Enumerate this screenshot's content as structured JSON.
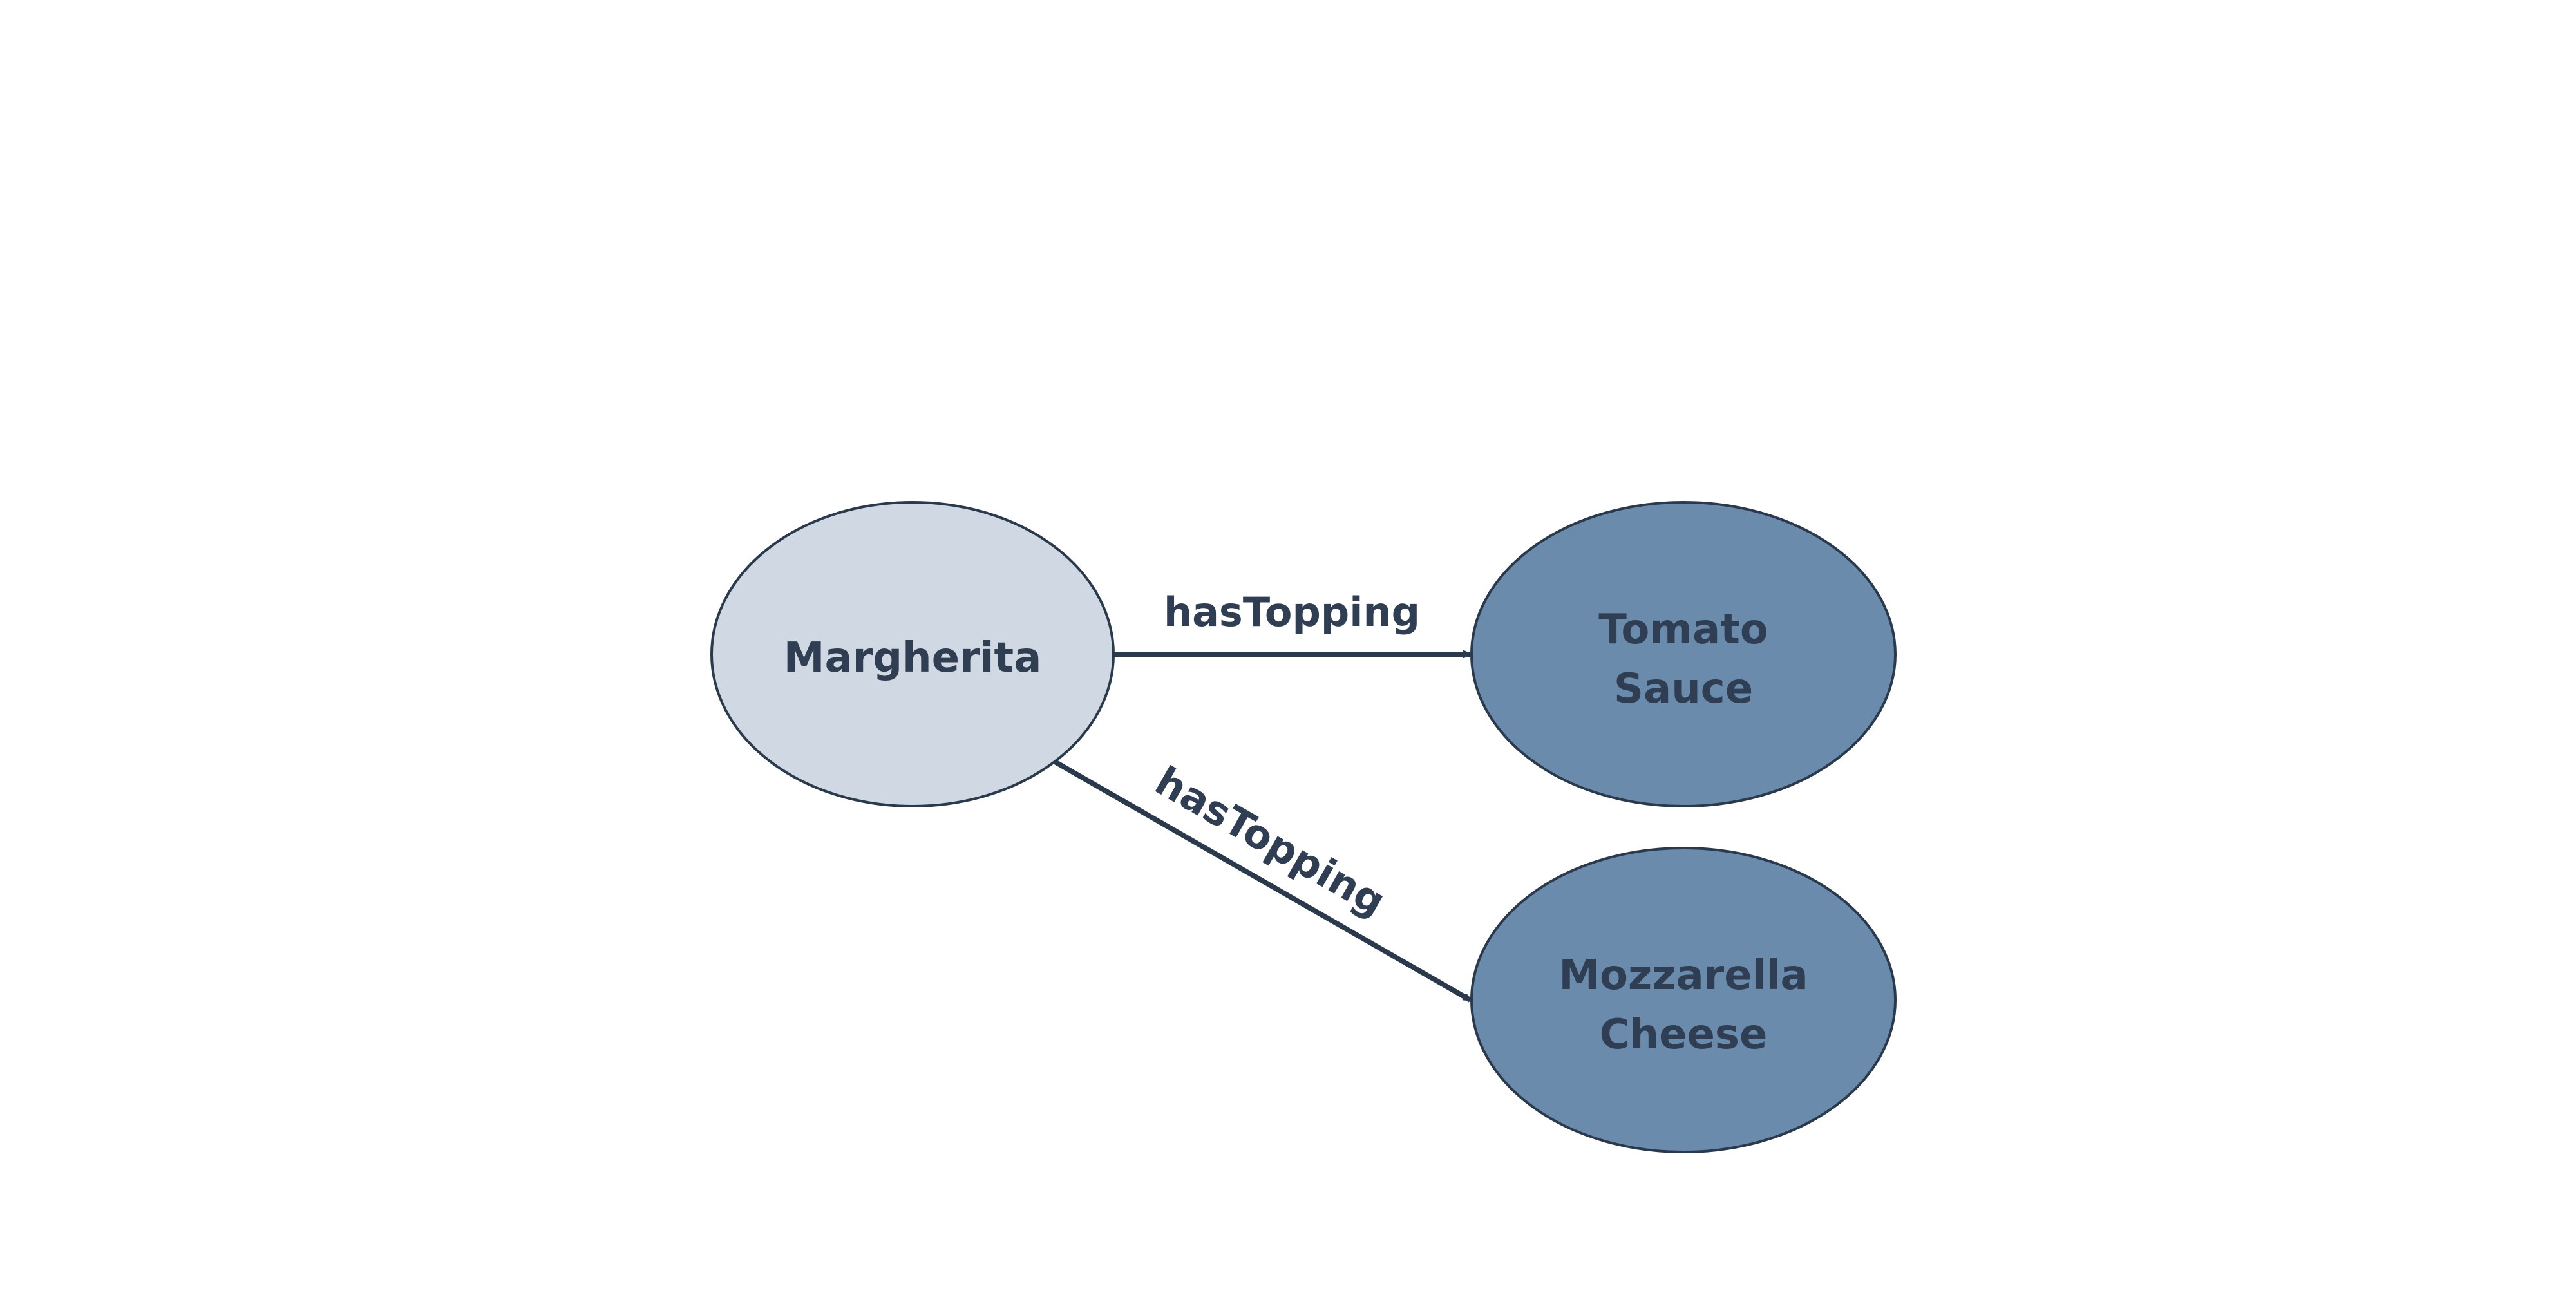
{
  "colors": {
    "background": "#ffffff",
    "text": "#2f3e52",
    "stroke": "#2a394c",
    "source_node_fill": "#cfd8e3",
    "target_node_fill": "#6b8bad"
  },
  "nodes": {
    "margherita": {
      "lines": [
        "Margherita"
      ]
    },
    "tomato_sauce": {
      "lines": [
        "Tomato",
        "Sauce"
      ]
    },
    "mozzarella_cheese": {
      "lines": [
        "Mozzarella",
        "Cheese"
      ]
    }
  },
  "edges": {
    "to_tomato_sauce": {
      "label": "hasTopping"
    },
    "to_mozzarella_cheese": {
      "label": "hasTopping"
    }
  }
}
